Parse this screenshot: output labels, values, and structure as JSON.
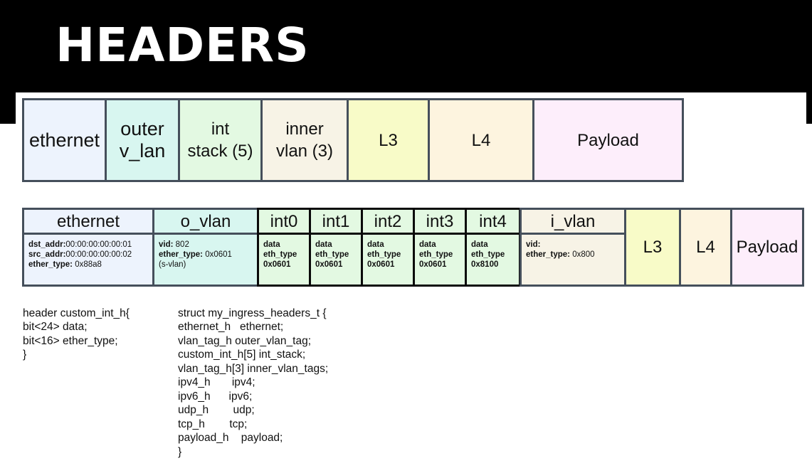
{
  "slide": {
    "title": "HEADERS"
  },
  "top_row": [
    {
      "line1": "ethernet",
      "line2": ""
    },
    {
      "line1": "outer",
      "line2": "v_lan"
    },
    {
      "line1": "int",
      "line2": "stack (5)"
    },
    {
      "line1": "inner",
      "line2": "vlan (3)"
    },
    {
      "line1": "L3",
      "line2": ""
    },
    {
      "line1": "L4",
      "line2": ""
    },
    {
      "line1": "Payload",
      "line2": ""
    }
  ],
  "bottom_row": {
    "ethernet": {
      "header": "ethernet",
      "lines": [
        [
          "dst_addr:",
          "00:00:00:00:00:01"
        ],
        [
          "src_addr:",
          "00:00:00:00:00:02"
        ],
        [
          "ether_type:",
          " 0x88a8"
        ]
      ]
    },
    "o_vlan": {
      "header": "o_vlan",
      "lines": [
        [
          "vid:",
          " 802"
        ],
        [
          "ether_type:",
          " 0x0601"
        ],
        [
          "",
          "(s-vlan)"
        ]
      ]
    },
    "ints": [
      {
        "header": "int0",
        "l1": "data",
        "l2": "eth_type",
        "l3": "0x0601"
      },
      {
        "header": "int1",
        "l1": "data",
        "l2": "eth_type",
        "l3": "0x0601"
      },
      {
        "header": "int2",
        "l1": "data",
        "l2": "eth_type",
        "l3": "0x0601"
      },
      {
        "header": "int3",
        "l1": "data",
        "l2": "eth_type",
        "l3": "0x0601"
      },
      {
        "header": "int4",
        "l1": "data",
        "l2": "eth_type",
        "l3": "0x8100"
      }
    ],
    "i_vlan": {
      "header": "i_vlan",
      "lines": [
        [
          "vid:",
          ""
        ],
        [
          "ether_type:",
          " 0x800"
        ]
      ]
    },
    "l3": "L3",
    "l4": "L4",
    "payload": "Payload"
  },
  "code_left": [
    "header custom_int_h{",
    "bit<24> data;",
    "bit<16> ether_type;",
    "}"
  ],
  "code_right": [
    "struct my_ingress_headers_t {",
    "ethernet_h   ethernet;",
    "vlan_tag_h outer_vlan_tag;",
    "custom_int_h[5] int_stack;",
    "vlan_tag_h[3] inner_vlan_tags;",
    "ipv4_h       ipv4;",
    "ipv6_h      ipv6;",
    "udp_h        udp;",
    "tcp_h        tcp;",
    "payload_h    payload;",
    "}"
  ],
  "colors": {
    "ethernet": "#edf3fd",
    "vlan_outer": "#d8f6f0",
    "int": "#e3f9e2",
    "vlan_inner": "#f7f3e6",
    "l3": "#f8fbc8",
    "l4": "#fdf4df",
    "payload": "#fdeefb"
  }
}
